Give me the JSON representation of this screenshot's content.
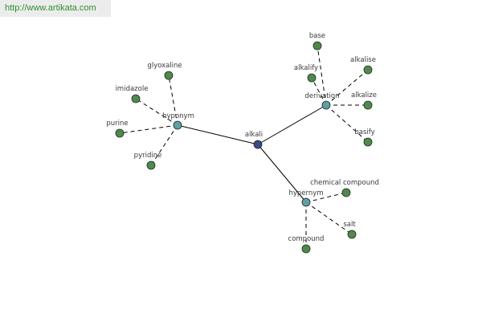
{
  "source": {
    "url_text": "http://www.artikata.com"
  },
  "colors": {
    "root": "#3b4a8c",
    "hub": "#5f9fa6",
    "leaf": "#4f8a4a",
    "solid_edge": "#000000",
    "dashed_edge": "#000000"
  },
  "nodes": [
    {
      "id": "alkali",
      "label": "alkali",
      "kind": "root"
    },
    {
      "id": "hyponym",
      "label": "hyponym",
      "kind": "hub"
    },
    {
      "id": "derivation",
      "label": "derivation",
      "kind": "hub"
    },
    {
      "id": "hypernym",
      "label": "hypernym",
      "kind": "hub"
    },
    {
      "id": "glyoxaline",
      "label": "glyoxaline",
      "kind": "leaf"
    },
    {
      "id": "imidazole",
      "label": "imidazole",
      "kind": "leaf"
    },
    {
      "id": "purine",
      "label": "purine",
      "kind": "leaf"
    },
    {
      "id": "pyridine",
      "label": "pyridine",
      "kind": "leaf"
    },
    {
      "id": "base",
      "label": "base",
      "kind": "leaf"
    },
    {
      "id": "alkalify",
      "label": "alkalify",
      "kind": "leaf"
    },
    {
      "id": "alkalise",
      "label": "alkalise",
      "kind": "leaf"
    },
    {
      "id": "alkalize",
      "label": "alkalize",
      "kind": "leaf"
    },
    {
      "id": "basify",
      "label": "basify",
      "kind": "leaf"
    },
    {
      "id": "chemical-compound",
      "label": "chemical compound",
      "kind": "leaf"
    },
    {
      "id": "salt",
      "label": "salt",
      "kind": "leaf"
    },
    {
      "id": "compound",
      "label": "compound",
      "kind": "leaf"
    }
  ],
  "edges": [
    {
      "from": "alkali",
      "to": "hyponym",
      "style": "solid"
    },
    {
      "from": "alkali",
      "to": "derivation",
      "style": "solid"
    },
    {
      "from": "alkali",
      "to": "hypernym",
      "style": "solid"
    },
    {
      "from": "hyponym",
      "to": "glyoxaline",
      "style": "dashed"
    },
    {
      "from": "hyponym",
      "to": "imidazole",
      "style": "dashed"
    },
    {
      "from": "hyponym",
      "to": "purine",
      "style": "dashed"
    },
    {
      "from": "hyponym",
      "to": "pyridine",
      "style": "dashed"
    },
    {
      "from": "derivation",
      "to": "base",
      "style": "dashed"
    },
    {
      "from": "derivation",
      "to": "alkalify",
      "style": "dashed"
    },
    {
      "from": "derivation",
      "to": "alkalise",
      "style": "dashed"
    },
    {
      "from": "derivation",
      "to": "alkalize",
      "style": "dashed"
    },
    {
      "from": "derivation",
      "to": "basify",
      "style": "dashed"
    },
    {
      "from": "hypernym",
      "to": "chemical-compound",
      "style": "dashed"
    },
    {
      "from": "hypernym",
      "to": "salt",
      "style": "dashed"
    },
    {
      "from": "hypernym",
      "to": "compound",
      "style": "dashed"
    }
  ]
}
